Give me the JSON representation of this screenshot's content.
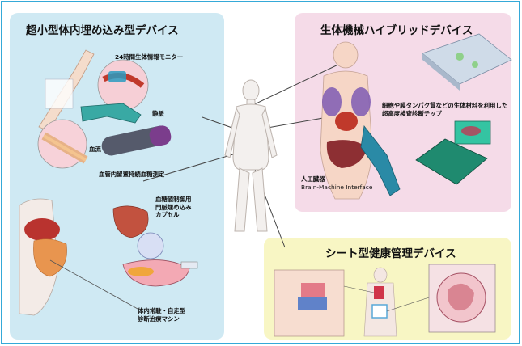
{
  "panels": {
    "implant": {
      "title": "超小型体内埋め込み型デバイス",
      "monitor_label": "24時間生体情報モニター",
      "vein_label": "静脈",
      "bloodflow_label": "血流",
      "glucose_label": "血管内留置持続血糖測定",
      "portal_line1": "血糖値制御用",
      "portal_line2": "門脈埋め込み",
      "portal_line3": "カプセル",
      "machine_line1": "体内常駐・自走型",
      "machine_line2": "診断治療マシン"
    },
    "hybrid": {
      "title": "生体機械ハイブリッドデバイス",
      "chip_line1": "細胞や膜タンパク質などの生体材料を利用した",
      "chip_line2": "超高度検査診断チップ",
      "organ_line1": "人工臓器",
      "organ_line2": "Brain-Machine Interface"
    },
    "sheet": {
      "title": "シート型健康管理デバイス"
    }
  },
  "colors": {
    "frame_border": "#35a9d8",
    "panel_blue": "#cfe9f3",
    "panel_pink": "#f5dbe8",
    "panel_yellow": "#f8f6c4"
  }
}
